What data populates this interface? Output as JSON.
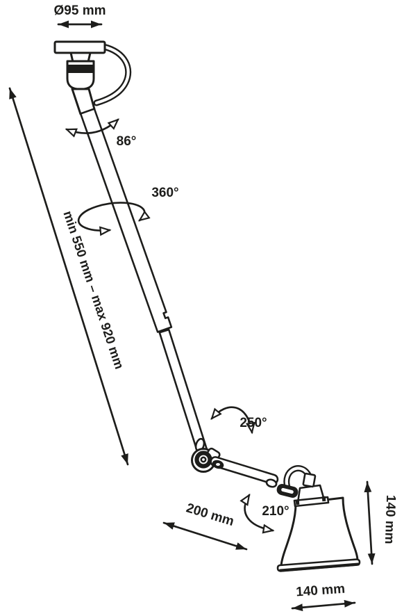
{
  "labels": {
    "canopy_diameter": "Ø95 mm",
    "canopy_rotation": "86°",
    "stem_rotation": "360°",
    "height_range": "min 550 mm – max 920 mm",
    "elbow_rotation": "250°",
    "head_rotation": "210°",
    "arm_length": "200 mm",
    "shade_height": "140 mm",
    "shade_width": "140 mm"
  },
  "colors": {
    "line": "#1d1d1b",
    "background": "#ffffff"
  }
}
